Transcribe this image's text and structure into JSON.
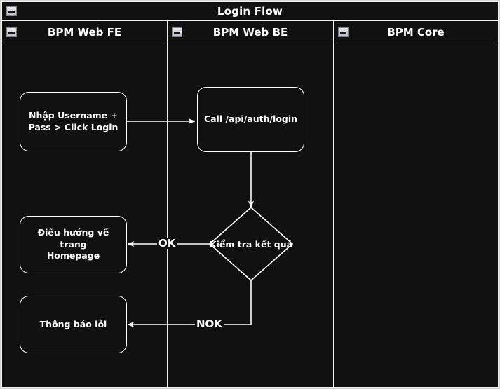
{
  "pool": {
    "title": "Login Flow",
    "collapse_icon": "minus-box-icon"
  },
  "lanes": [
    {
      "id": "fe",
      "label": "BPM Web FE",
      "collapse_icon": "minus-box-icon"
    },
    {
      "id": "be",
      "label": "BPM Web BE",
      "collapse_icon": "minus-box-icon"
    },
    {
      "id": "core",
      "label": "BPM Core",
      "collapse_icon": "minus-box-icon"
    }
  ],
  "nodes": [
    {
      "id": "input-credentials",
      "lane": "fe",
      "shape": "rounded-rectangle",
      "text": "Nhập Username +\nPass > Click Login"
    },
    {
      "id": "call-login-api",
      "lane": "be",
      "shape": "rounded-rectangle",
      "text": "Call /api/auth/login"
    },
    {
      "id": "check-result",
      "lane": "be",
      "shape": "diamond",
      "text": "Kiểm tra kết quả"
    },
    {
      "id": "go-homepage",
      "lane": "fe",
      "shape": "rounded-rectangle",
      "text": "Điều hướng về trang\nHomepage"
    },
    {
      "id": "show-error",
      "lane": "fe",
      "shape": "rounded-rectangle",
      "text": "Thông báo lỗi"
    }
  ],
  "edges": [
    {
      "id": "e1",
      "from": "input-credentials",
      "to": "call-login-api",
      "label": ""
    },
    {
      "id": "e2",
      "from": "call-login-api",
      "to": "check-result",
      "label": ""
    },
    {
      "id": "e3",
      "from": "check-result",
      "to": "go-homepage",
      "label": "OK"
    },
    {
      "id": "e4",
      "from": "check-result",
      "to": "show-error",
      "label": "NOK"
    }
  ],
  "colors": {
    "lane_background": "#111111",
    "stroke": "#ffffff",
    "page_background": "#d4d4d4",
    "text": "#ffffff"
  }
}
